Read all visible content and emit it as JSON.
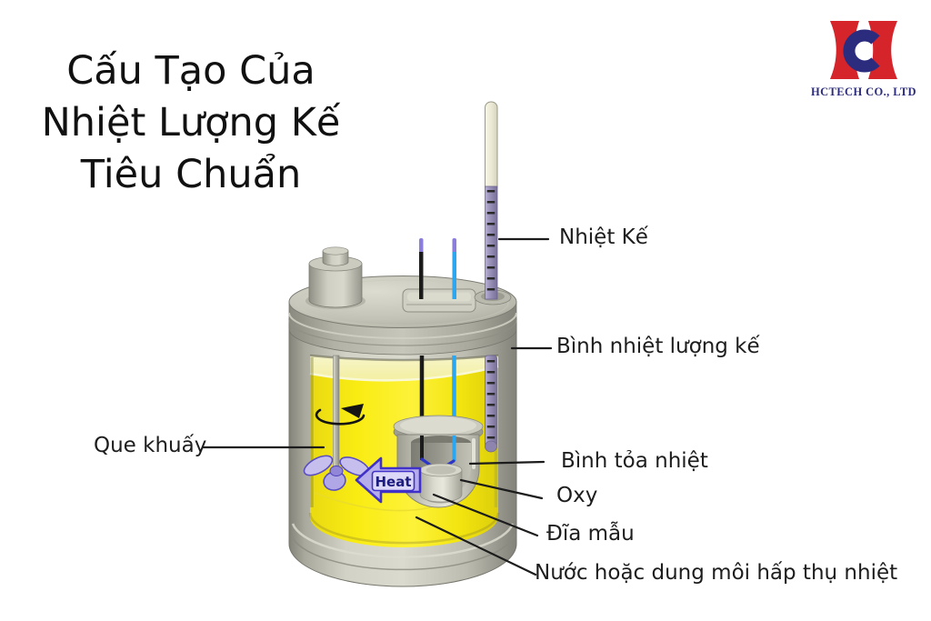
{
  "title": {
    "line1": "Cấu Tạo Của",
    "line2": "Nhiệt Lượng Kế",
    "line3": "Tiêu Chuẩn"
  },
  "logo": {
    "company": "HCTECH CO., LTD",
    "colors": {
      "red": "#d6242b",
      "navy": "#2c2c7e"
    }
  },
  "diagram": {
    "heat_label": "Heat",
    "labels": {
      "thermometer": "Nhiệt Kế",
      "calorimeter_vessel": "Bình nhiệt lượng kế",
      "stirrer": "Que khuấy",
      "bomb_vessel": "Bình tỏa nhiệt",
      "oxygen": "Oxy",
      "sample_dish": "Đĩa mẫu",
      "water": "Nước hoặc dung môi hấp thụ nhiệt"
    },
    "colors": {
      "liquid_yellow": "#f8ec16",
      "liquid_pale": "#f5f2ad",
      "vessel_gray": "#b8b8ac",
      "heat_arrow_purple": "#b6aeeb",
      "heat_arrow_border": "#4032c8",
      "propeller_lavender": "#c6bfee",
      "thermometer_purple": "#9a92b9",
      "wire_blue": "#2ba7f2",
      "wire_black": "#1b1b1b"
    }
  }
}
